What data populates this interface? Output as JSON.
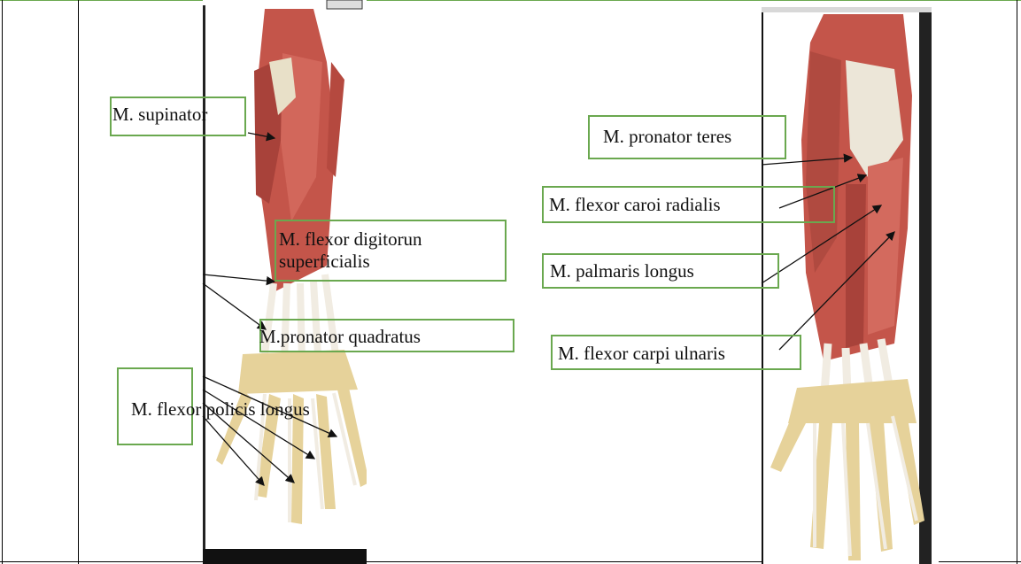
{
  "labels": {
    "supinator": "M. supinator",
    "flexor_digitorum_line1": "M. flexor digitorun",
    "flexor_digitorum_line2": "superficialis",
    "pronator_quadratus": "M.pronator quadratus",
    "flexor_pollicis": "M. flexor policis longus",
    "pronator_teres": "M. pronator teres",
    "flexor_carpi_radialis": "M. flexor caroi radialis",
    "palmaris_longus": "M. palmaris longus",
    "flexor_carpi_ulnaris": "M. flexor carpi ulnaris"
  },
  "colors": {
    "label_border": "#6aa84f",
    "muscle": "#c4554a",
    "tendon": "#f1ece2",
    "bone": "#e6d29a"
  },
  "illustrations": {
    "left": "forearm-deep-muscles-illustration",
    "right": "forearm-superficial-muscles-illustration"
  }
}
